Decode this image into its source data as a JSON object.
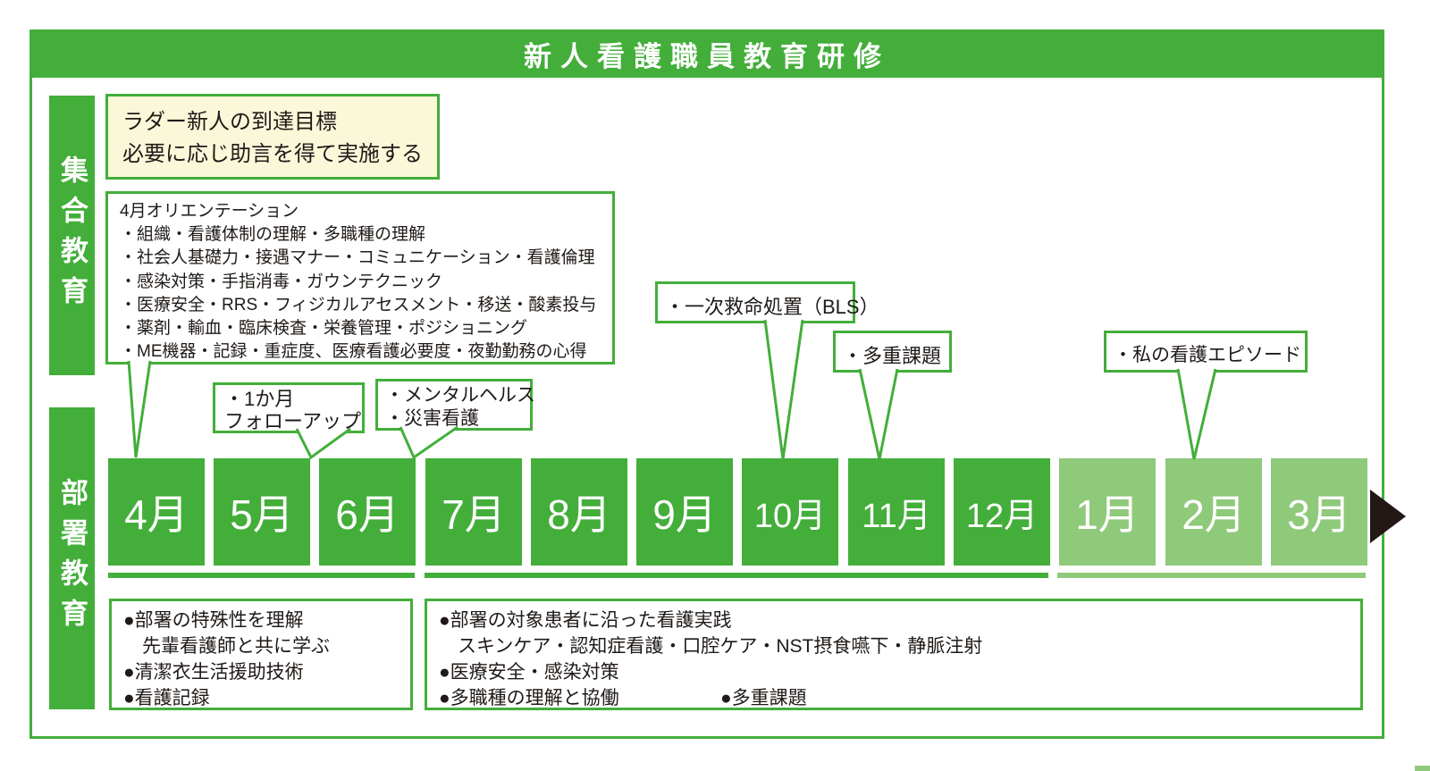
{
  "title": "新人看護職員教育研修",
  "sections": {
    "group_education": "集合教育",
    "department_education": "部署教育"
  },
  "goal_box": {
    "line1": "ラダー新人の到達目標",
    "line2": "必要に応じ助言を得て実施する"
  },
  "orientation_box": {
    "lines": [
      "4月オリエンテーション",
      "・組織・看護体制の理解・多職種の理解",
      "・社会人基礎力・接遇マナー・コミュニケーション・看護倫理",
      "・感染対策・手指消毒・ガウンテクニック",
      "・医療安全・RRS・フィジカルアセスメント・移送・酸素投与",
      "・薬剤・輸血・臨床検査・栄養管理・ポジショニング",
      "・ME機器・記録・重症度、医療看護必要度・夜勤勤務の心得"
    ]
  },
  "callouts": {
    "followup": {
      "line1": "・1か月",
      "line2": "フォローアップ"
    },
    "mental": {
      "line1": "・メンタルヘルス",
      "line2": "・災害看護"
    },
    "bls": {
      "label": "・一次救命処置（BLS）"
    },
    "multitask": {
      "label": "・多重課題"
    },
    "episode": {
      "label": "・私の看護エピソード"
    }
  },
  "timeline": {
    "months": [
      {
        "label": "4月",
        "tone": "dark"
      },
      {
        "label": "5月",
        "tone": "dark"
      },
      {
        "label": "6月",
        "tone": "dark"
      },
      {
        "label": "7月",
        "tone": "dark"
      },
      {
        "label": "8月",
        "tone": "dark"
      },
      {
        "label": "9月",
        "tone": "dark"
      },
      {
        "label": "10月",
        "tone": "dark"
      },
      {
        "label": "11月",
        "tone": "dark"
      },
      {
        "label": "12月",
        "tone": "dark"
      },
      {
        "label": "1月",
        "tone": "light"
      },
      {
        "label": "2月",
        "tone": "light"
      },
      {
        "label": "3月",
        "tone": "light"
      }
    ]
  },
  "department_boxes": {
    "left": {
      "lines": [
        "●部署の特殊性を理解",
        "　先輩看護師と共に学ぶ",
        "●清潔衣生活援助技術",
        "●看護記録"
      ]
    },
    "right": {
      "line1": "●部署の対象患者に沿った看護実践",
      "line2": "　スキンケア・認知症看護・口腔ケア・NST摂食嚥下・静脈注射",
      "line3": "●医療安全・感染対策",
      "line4a": "●多職種の理解と協働",
      "line4b": "●多重課題"
    }
  },
  "colors": {
    "main_green": "#43ae3a",
    "light_green": "#8fc97a",
    "goal_box_bg": "#fbf8da",
    "text": "#1f1a17",
    "arrow": "#231815"
  }
}
